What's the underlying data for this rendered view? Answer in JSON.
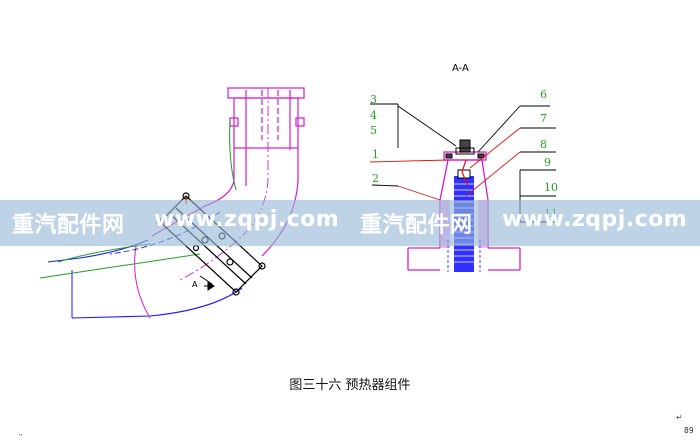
{
  "section_label": "A-A",
  "view_arrow_label": "A",
  "callouts_left": [
    "3",
    "4",
    "5",
    "1",
    "2"
  ],
  "callouts_right": [
    "6",
    "7",
    "8",
    "9",
    "10",
    "11"
  ],
  "caption": "图三十六 预热器组件",
  "watermark": [
    "重汽配件网",
    "www.zqpj.com",
    "重汽配件网",
    "www.zqpj.com"
  ],
  "page_number": "89",
  "corner_marks": {
    "return_mark": "↵",
    "left_mark": ".,"
  },
  "colors": {
    "magenta": "#d21cd2",
    "blue": "#1a1aff",
    "green": "#1fa01f",
    "red": "#e01010",
    "black": "#000000",
    "watermark_band": "#96b9d7"
  }
}
